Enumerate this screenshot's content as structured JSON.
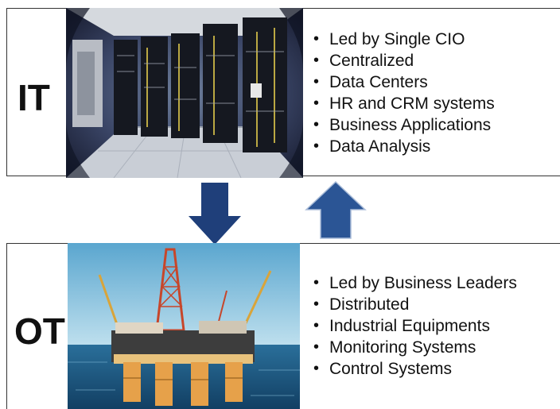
{
  "it": {
    "label": "IT",
    "bullets": [
      "Led by Single CIO",
      "Centralized",
      "Data Centers",
      "HR and CRM systems",
      "Business Applications",
      "Data Analysis"
    ]
  },
  "ot": {
    "label": "OT",
    "bullets": [
      "Led by Business Leaders",
      "Distributed",
      "Industrial Equipments",
      "Monitoring Systems",
      "Control Systems"
    ]
  },
  "colors": {
    "down_arrow": "#1f3f7a",
    "up_arrow": "#2b5595",
    "border": "#333333"
  },
  "icons": {
    "down": "down-arrow-icon",
    "up": "up-arrow-icon"
  }
}
